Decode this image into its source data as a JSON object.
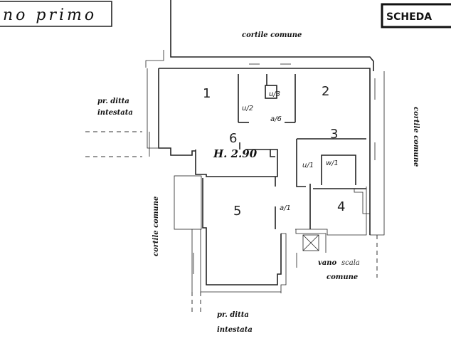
{
  "header": {
    "title": "no primo",
    "badge": "SCHEDA"
  },
  "surroundings": {
    "courtyard_top": "cortile comune",
    "courtyard_right": "cortile comune",
    "courtyard_left": "cortile comune",
    "neighbor_left": {
      "line1": "pr. ditta",
      "line2": "intestata"
    },
    "neighbor_bottom": {
      "line1": "pr. ditta",
      "line2": "intestata"
    },
    "stairwell": {
      "line1_bold": "vano",
      "line1_light": "scala",
      "line2": "comune"
    }
  },
  "rooms": {
    "r1": "1",
    "r2": "2",
    "r3": "3",
    "r4": "4",
    "r5": "5",
    "r6": "6",
    "height": "H. 2.90"
  },
  "annotations": {
    "a1": "u/2",
    "a2": "u/3",
    "a3": "a/6",
    "a4": "u/1",
    "a5": "a/1",
    "a6": "w/1"
  }
}
